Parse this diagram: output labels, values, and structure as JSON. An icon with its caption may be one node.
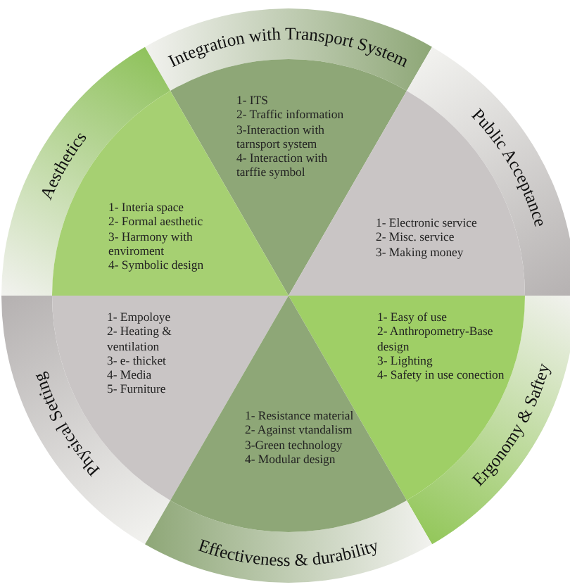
{
  "diagram": {
    "nodes": [
      {
        "text": [
          "Integration with Transport System",
          "1- ITS",
          "2- Traffic information",
          "3-Interaction with tarnsport system",
          "4- Interaction with tarffie symbol"
        ]
      },
      {
        "text": [
          "Aesthetics",
          "1- Interia space",
          "2- Formal aesthetic",
          "3- Harmony with enviroment",
          "4- Symbolic design"
        ]
      },
      {
        "text": [
          "Public Acceptance",
          "1- Electronic service",
          "2- Misc. service",
          "3- Making money"
        ]
      },
      {
        "text": [
          "Physical Setting",
          "1- Empoloye",
          "2- Heating & ventilation",
          "3- e- thicket",
          "4- Media",
          "5- Furniture"
        ]
      },
      {
        "text": [
          "Ergonomy & Saftey",
          "1- Easy of use",
          "2- Anthropometry-Base design",
          "3- Lighting",
          "4- Safety in use conection"
        ]
      },
      {
        "text": [
          "Effectiveness & durability",
          "1- Resistance material",
          "2- Against vtandalism",
          "3-Green technology",
          "4- Modular design"
        ]
      }
    ]
  }
}
